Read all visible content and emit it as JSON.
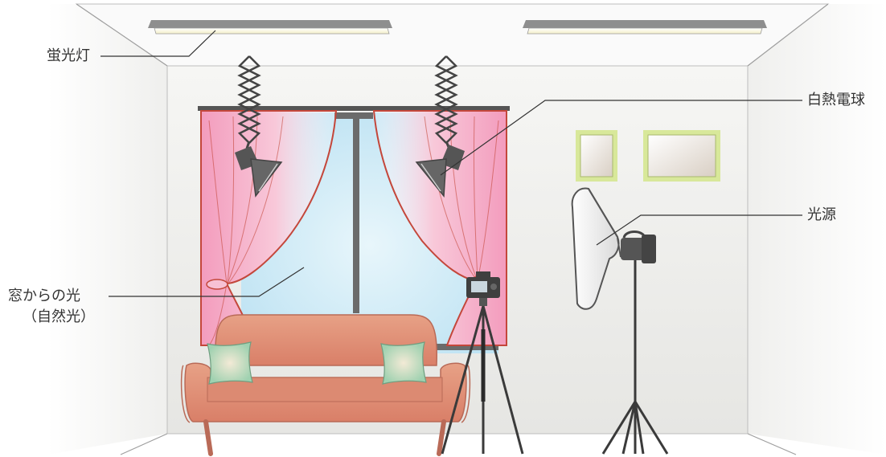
{
  "labels": {
    "fluorescent": "蛍光灯",
    "incandescent": "白熱電球",
    "light_source": "光源",
    "window_light": "窓からの光",
    "natural_light": "（自然光）"
  },
  "colors": {
    "line": "#333333",
    "wall": "#ededeb",
    "curtain": "#f6b3cc",
    "curtain_edge": "#c4473b",
    "sky": "#cdeaf6",
    "sofa": "#e0907a",
    "cushion": "#a8d8b8",
    "frame": "#d8e89a",
    "equipment": "#4a4a4a"
  }
}
